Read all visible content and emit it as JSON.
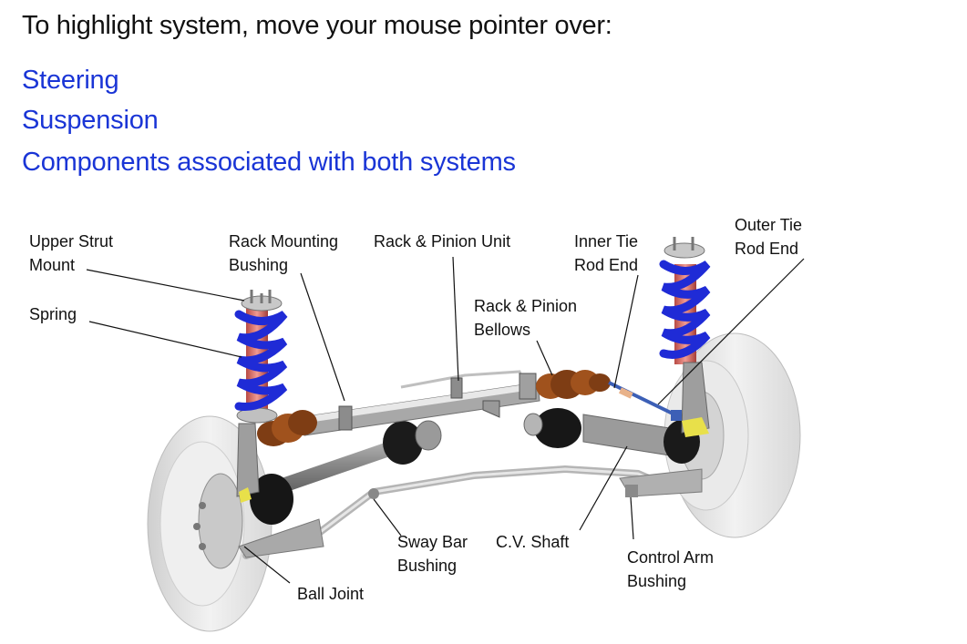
{
  "heading": "To highlight system, move your mouse pointer over:",
  "links": {
    "steering": "Steering",
    "suspension": "Suspension",
    "both": "Components associated with both systems"
  },
  "colors": {
    "link": "#1a35d6",
    "spring": "#1f2bd6",
    "strut": "#d9665f",
    "bellows": "#a0521d",
    "boot": "#1a1a1a",
    "tire": "#e6e6e6"
  },
  "labels": {
    "upper_strut_mount_1": "Upper Strut",
    "upper_strut_mount_2": "Mount",
    "spring": "Spring",
    "rack_mounting_bushing_1": "Rack Mounting",
    "rack_mounting_bushing_2": "Bushing",
    "rack_pinion_unit": "Rack & Pinion Unit",
    "inner_tie_rod_1": "Inner Tie",
    "inner_tie_rod_2": "Rod End",
    "outer_tie_rod_1": "Outer Tie",
    "outer_tie_rod_2": "Rod End",
    "rack_pinion_bellows_1": "Rack & Pinion",
    "rack_pinion_bellows_2": "Bellows",
    "sway_bar_bushing_1": "Sway Bar",
    "sway_bar_bushing_2": "Bushing",
    "cv_shaft": "C.V. Shaft",
    "control_arm_bushing_1": "Control Arm",
    "control_arm_bushing_2": "Bushing",
    "ball_joint": "Ball Joint"
  }
}
